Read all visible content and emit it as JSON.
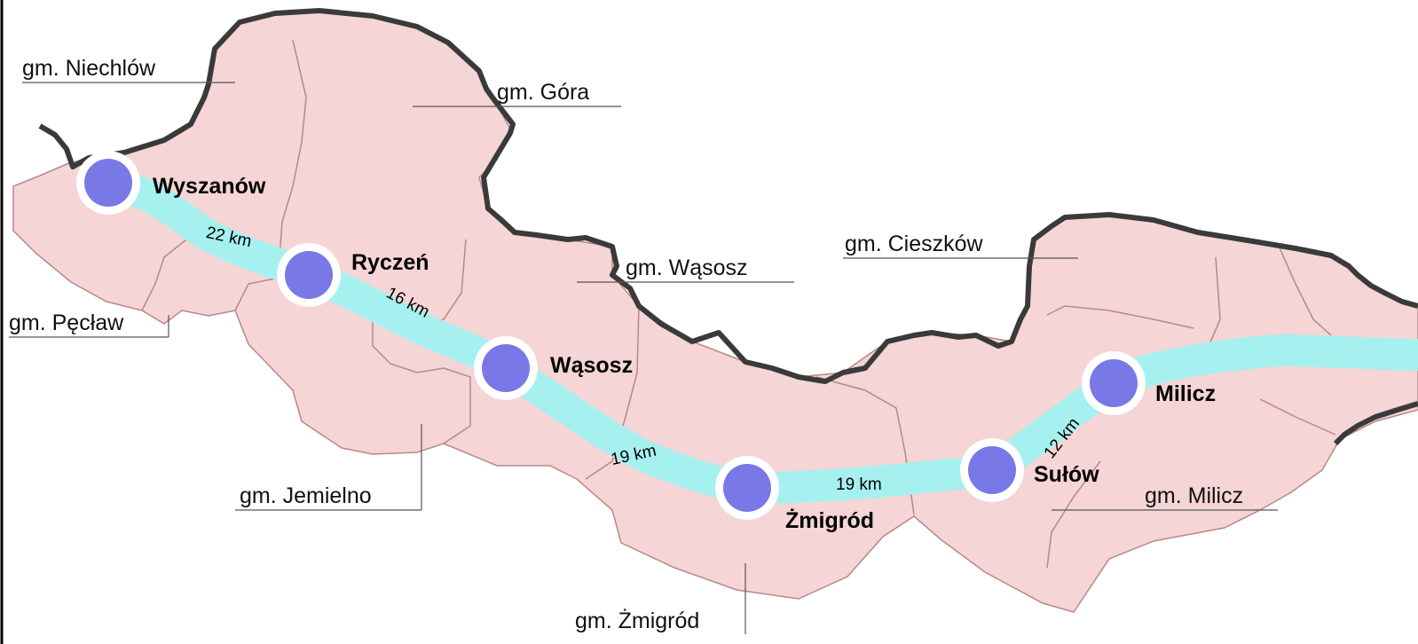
{
  "colors": {
    "land": "#f5d5d5",
    "inner_border": "#b88888",
    "outer_border": "#3a3a3a",
    "route": "#a6f1ef",
    "town_fill": "#7878e6",
    "town_ring": "#ffffff",
    "leader": "#555555"
  },
  "regions": {
    "niechlow": "gm. Niechlów",
    "gora": "gm. Góra",
    "wasosz": "gm. Wąsosz",
    "cieszkow": "gm. Cieszków",
    "peclaw": "gm. Pęcław",
    "jemielno": "gm. Jemielno",
    "milicz": "gm. Milicz",
    "zmigrod": "gm. Żmigród"
  },
  "towns": {
    "wyszanow": "Wyszanów",
    "ryczen": "Ryczeń",
    "wasosz": "Wąsosz",
    "zmigrod": "Żmigród",
    "sulow": "Sułów",
    "milicz": "Milicz"
  },
  "distances": {
    "wyszanow_ryczen": "22 km",
    "ryczen_wasosz": "16 km",
    "wasosz_zmigrod": "19 km",
    "zmigrod_sulow": "19 km",
    "sulow_milicz": "12 km"
  },
  "icons": {
    "town_marker": "town-marker-icon"
  }
}
